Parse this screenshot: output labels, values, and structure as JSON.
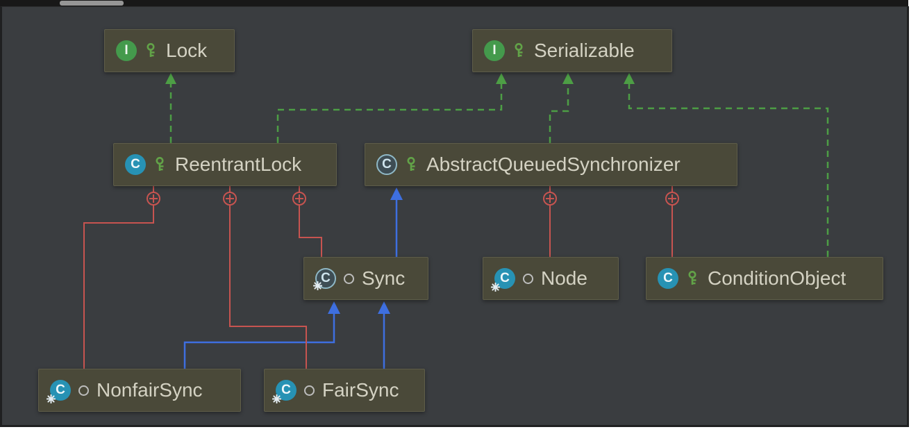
{
  "colors": {
    "canvas_background": "#3a3d40",
    "node_background": "#4a4939",
    "node_border": "#5e5d49",
    "node_text": "#d4d2c3",
    "implements_edge_green": "#4d9e45",
    "extends_edge_blue": "#3e6fe0",
    "inner_class_edge_red": "#c75450",
    "class_icon": "#2792b4",
    "interface_icon": "#449a4c",
    "key_icon": "#62a348"
  },
  "nodes": [
    {
      "id": "lock",
      "label": "Lock",
      "type": "interface",
      "icon_letter": "I",
      "visibility": "public-key"
    },
    {
      "id": "serializable",
      "label": "Serializable",
      "type": "interface",
      "icon_letter": "I",
      "visibility": "public-key"
    },
    {
      "id": "reentrant-lock",
      "label": "ReentrantLock",
      "type": "class",
      "icon_letter": "C",
      "visibility": "public-key"
    },
    {
      "id": "abstract-queued-synchronizer",
      "label": "AbstractQueuedSynchronizer",
      "type": "abstract-class",
      "icon_letter": "C",
      "visibility": "public-key"
    },
    {
      "id": "sync",
      "label": "Sync",
      "type": "abstract-static-class",
      "icon_letter": "C",
      "visibility": "package-circle"
    },
    {
      "id": "node",
      "label": "Node",
      "type": "static-class",
      "icon_letter": "C",
      "visibility": "package-circle"
    },
    {
      "id": "condition-object",
      "label": "ConditionObject",
      "type": "class",
      "icon_letter": "C",
      "visibility": "public-key"
    },
    {
      "id": "nonfair-sync",
      "label": "NonfairSync",
      "type": "static-class",
      "icon_letter": "C",
      "visibility": "package-circle"
    },
    {
      "id": "fair-sync",
      "label": "FairSync",
      "type": "static-class",
      "icon_letter": "C",
      "visibility": "package-circle"
    }
  ],
  "edges": [
    {
      "from": "ReentrantLock",
      "to": "Lock",
      "type": "implements"
    },
    {
      "from": "ReentrantLock",
      "to": "Serializable",
      "type": "implements"
    },
    {
      "from": "AbstractQueuedSynchronizer",
      "to": "Serializable",
      "type": "implements"
    },
    {
      "from": "ConditionObject",
      "to": "Serializable",
      "type": "implements"
    },
    {
      "from": "Sync",
      "to": "AbstractQueuedSynchronizer",
      "type": "extends"
    },
    {
      "from": "NonfairSync",
      "to": "Sync",
      "type": "extends"
    },
    {
      "from": "FairSync",
      "to": "Sync",
      "type": "extends"
    },
    {
      "from": "ReentrantLock",
      "to": "NonfairSync",
      "type": "inner-class"
    },
    {
      "from": "ReentrantLock",
      "to": "FairSync",
      "type": "inner-class"
    },
    {
      "from": "ReentrantLock",
      "to": "Sync",
      "type": "inner-class"
    },
    {
      "from": "AbstractQueuedSynchronizer",
      "to": "Node",
      "type": "inner-class"
    },
    {
      "from": "AbstractQueuedSynchronizer",
      "to": "ConditionObject",
      "type": "inner-class"
    }
  ]
}
